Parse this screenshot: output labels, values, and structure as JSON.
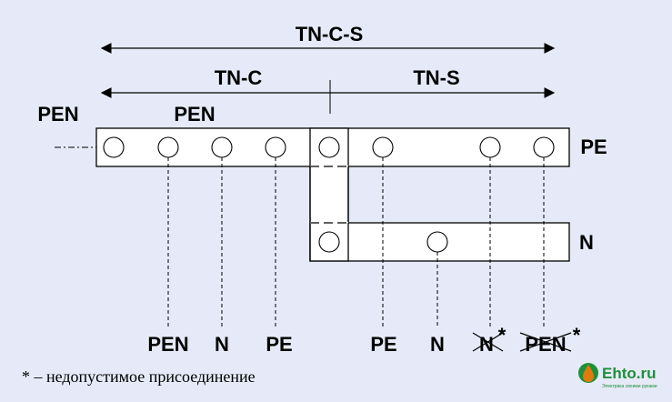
{
  "scheme": {
    "span_top": "TN-C-S",
    "span_left": "TN-C",
    "span_right": "TN-S"
  },
  "bus_labels": {
    "pen_incoming": "PEN",
    "pen_bar": "PEN",
    "pe_bar": "PE",
    "n_bar": "N"
  },
  "terminals": [
    {
      "label": "PEN",
      "bar": "pe",
      "crossed": false,
      "asterisk": ""
    },
    {
      "label": "N",
      "bar": "pe",
      "crossed": false,
      "asterisk": ""
    },
    {
      "label": "PE",
      "bar": "pe",
      "crossed": false,
      "asterisk": ""
    },
    {
      "label": "PE",
      "bar": "pe",
      "crossed": false,
      "asterisk": ""
    },
    {
      "label": "N",
      "bar": "n",
      "crossed": false,
      "asterisk": ""
    },
    {
      "label": "N",
      "bar": "pe",
      "crossed": true,
      "asterisk": "*"
    },
    {
      "label": "PEN",
      "bar": "pe",
      "crossed": true,
      "asterisk": "*"
    }
  ],
  "footnote": "* – недопустимое присоединение",
  "logo": {
    "name": "Ehto.ru",
    "tagline": "Электрика своими руками",
    "accent": "#1f8f3a",
    "drop": "#e07a10"
  },
  "colors": {
    "background": "#e6eaf8",
    "bar_fill": "#ffffff",
    "stroke": "#000000"
  }
}
